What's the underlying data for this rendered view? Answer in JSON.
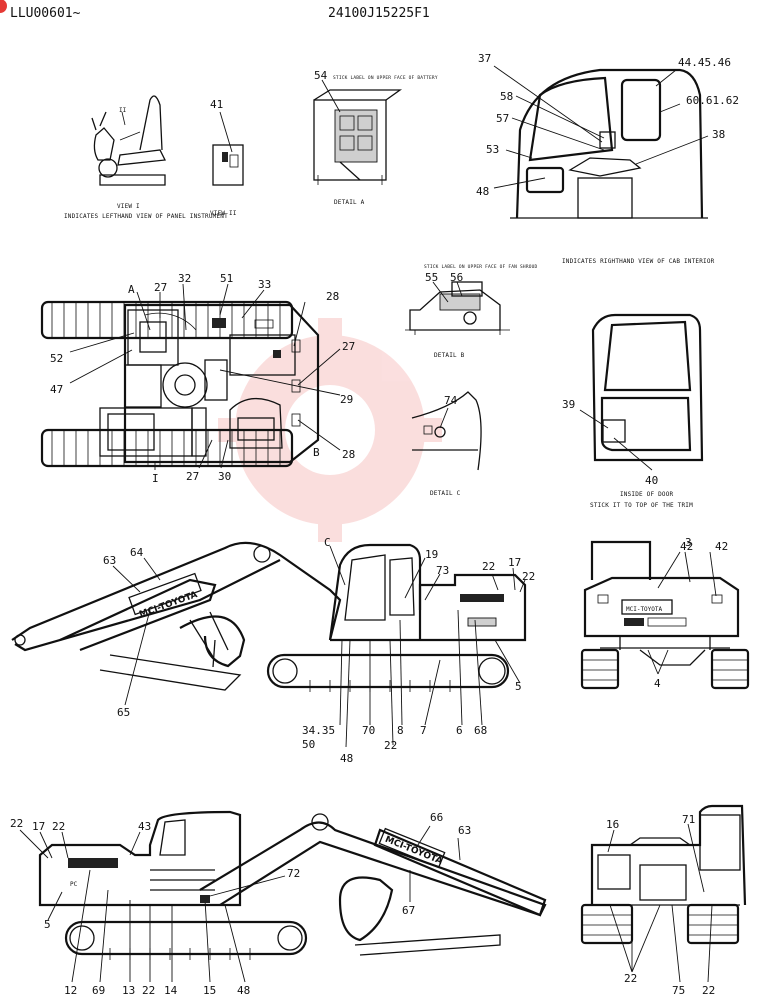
{
  "header": {
    "serial": "LLU00601~",
    "part_no": "24100J15225F1"
  },
  "captions": {
    "view_i": "VIEW I",
    "view_i_note": "INDICATES LEFTHAND VIEW OF PANEL INSTRUMENT",
    "view_ii": "VIEW II",
    "detail_a": "DETAIL A",
    "detail_a_note": "STICK LABEL ON UPPER FACE OF BATTERY",
    "detail_b": "DETAIL B",
    "detail_b_note": "STICK LABEL ON UPPER FACE OF FAN SHROUD",
    "detail_c": "DETAIL C",
    "cab_note": "INDICATES RIGHTHAND VIEW OF CAB INTERIOR",
    "door_note_1": "INSIDE OF DOOR",
    "door_note_2": "STICK IT TO TOP OF THE TRIM"
  },
  "brand_text": "MCI-TOYOTA",
  "model_text": "PC",
  "labels": {
    "view_i_item": "II",
    "n41": "41",
    "n54": "54",
    "n37": "37",
    "n44": "44.45.46",
    "n58": "58",
    "n60": "60.61.62",
    "n57": "57",
    "n38": "38",
    "n53": "53",
    "n48a": "48",
    "top_A": "A",
    "top_27a": "27",
    "top_32": "32",
    "top_51": "51",
    "top_33": "33",
    "top_28a": "28",
    "top_52": "52",
    "top_47": "47",
    "top_27b": "27",
    "top_29": "29",
    "top_B": "B",
    "top_28b": "28",
    "top_I": "I",
    "top_27c": "27",
    "top_30": "30",
    "n55": "55",
    "n56": "56",
    "n74": "74",
    "n39": "39",
    "n40": "40",
    "s_C": "C",
    "s_19": "19",
    "s_63": "63",
    "s_64": "64",
    "s_73": "73",
    "s_22a": "22",
    "s_17": "17",
    "s_22b": "22",
    "s_5": "5",
    "s_65": "65",
    "s_3435": "34.35",
    "s_50": "50",
    "s_48": "48",
    "s_70": "70",
    "s_22c": "22",
    "s_8": "8",
    "s_7": "7",
    "s_6": "6",
    "s_68": "68",
    "r_42a": "42",
    "r_3": "3",
    "r_42b": "42",
    "r_4": "4",
    "b_22a": "22",
    "b_17": "17",
    "b_22b": "22",
    "b_43": "43",
    "b_66": "66",
    "b_63": "63",
    "b_72": "72",
    "b_5": "5",
    "b_67": "67",
    "b_12": "12",
    "b_69": "69",
    "b_13": "13",
    "b_22c": "22",
    "b_14": "14",
    "b_15": "15",
    "b_48": "48",
    "f_16": "16",
    "f_71": "71",
    "f_22a": "22",
    "f_75": "75",
    "f_22b": "22"
  }
}
